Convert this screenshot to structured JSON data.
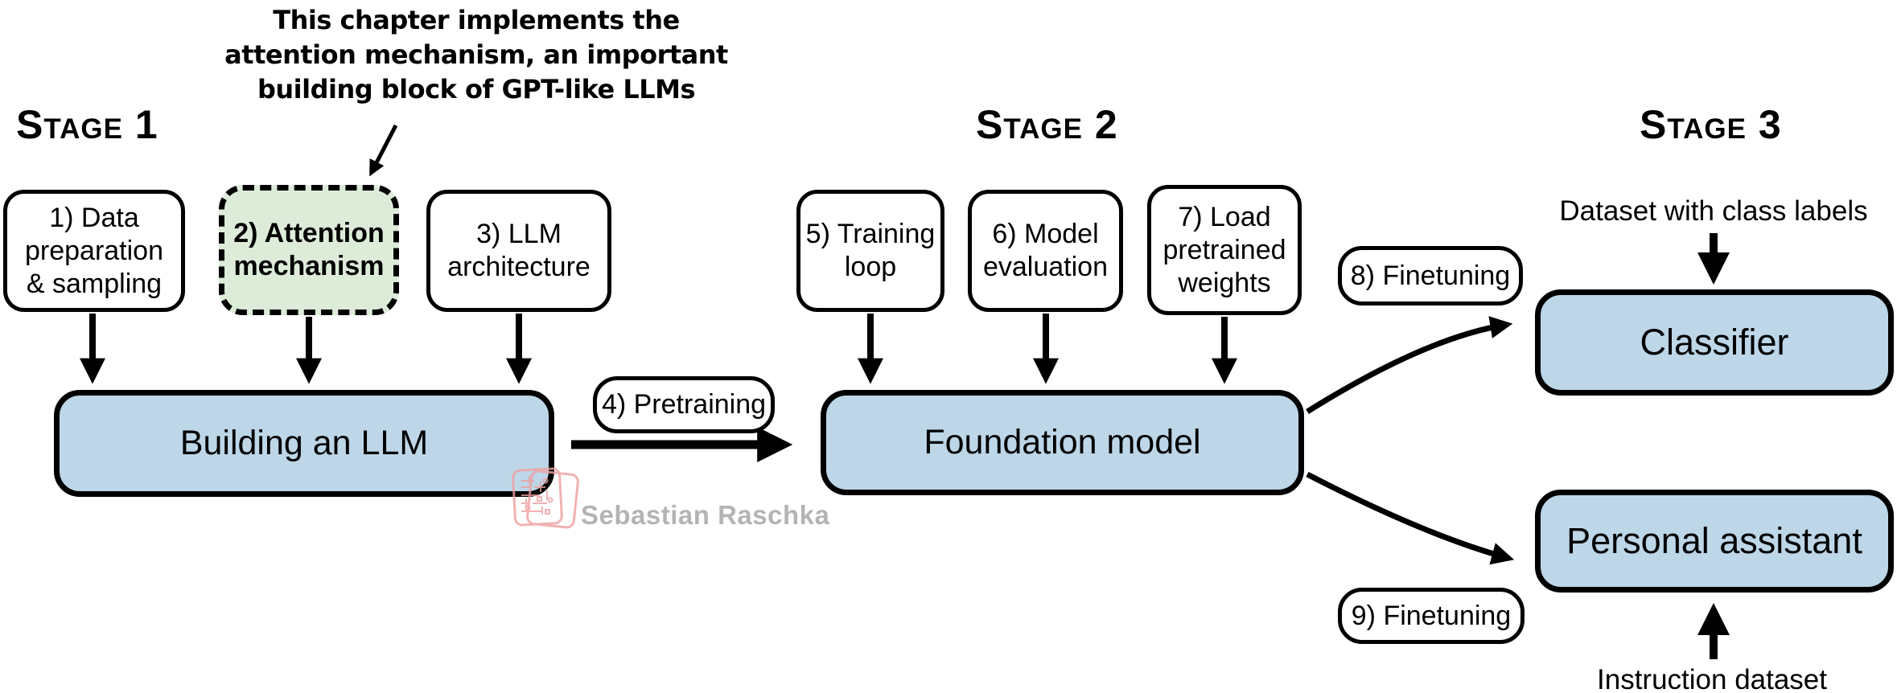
{
  "annotation": {
    "lines": [
      "This chapter implements the",
      "attention mechanism, an important",
      "building block of GPT-like LLMs"
    ]
  },
  "stages": {
    "s1": "Stage 1",
    "s2": "Stage 2",
    "s3": "Stage 3"
  },
  "steps": {
    "s1": "1) Data preparation & sampling",
    "s2": "2) Attention mechanism",
    "s3": "3) LLM architecture",
    "s4": "4) Pretraining",
    "s5": "5) Training loop",
    "s6": "6) Model evaluation",
    "s7": "7) Load pretrained weights",
    "s8": "8) Finetuning",
    "s9": "9) Finetuning"
  },
  "models": {
    "building": "Building an LLM",
    "foundation": "Foundation model",
    "classifier": "Classifier",
    "assistant": "Personal assistant"
  },
  "labels": {
    "class_dataset": "Dataset with class labels",
    "instruction_dataset": "Instruction dataset"
  },
  "watermark": {
    "author": "Sebastian Raschka"
  },
  "colors": {
    "model_box_fill": "#bdd6e8",
    "highlight_box_fill": "#dcecd9",
    "outline": "#000000",
    "watermark_pink": "#efa0a0",
    "watermark_gray": "#b4b4b4"
  }
}
